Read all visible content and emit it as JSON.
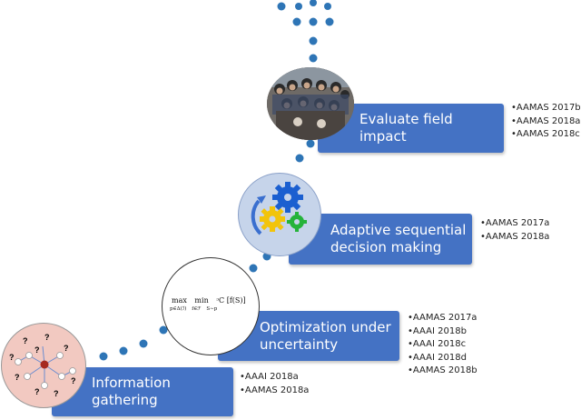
{
  "stages": [
    {
      "title_line1": "Information",
      "title_line2": "gathering",
      "refs": [
        "AAAI 2018a",
        "AAMAS 2018a"
      ]
    },
    {
      "title_line1": "Optimization under",
      "title_line2": "uncertainty",
      "refs": [
        "AAMAS 2017a",
        "AAAI 2018b",
        "AAAI 2018c",
        "AAAI 2018d",
        "AAMAS 2018b"
      ]
    },
    {
      "title_line1": "Adaptive sequential",
      "title_line2": "decision making",
      "refs": [
        "AAMAS 2017a",
        "AAMAS 2018a"
      ]
    },
    {
      "title_line1": "Evaluate field impact",
      "refs": [
        "AAMAS 2017b",
        "AAMAS 2018a",
        "AAMAS 2018c"
      ]
    }
  ],
  "formula": {
    "op1": "max",
    "op2": "min",
    "op3": "ᵓC",
    "body": "[f(S)]",
    "sub1": "p∈Δ(ℐ)",
    "sub2": "f∈ℱ",
    "sub3": "S∼p"
  },
  "network_label": "?",
  "colors": {
    "box": "#4472c4",
    "dot": "#2e75b6",
    "network_bg": "#f2c9c1",
    "network_center": "#a62a1e"
  }
}
